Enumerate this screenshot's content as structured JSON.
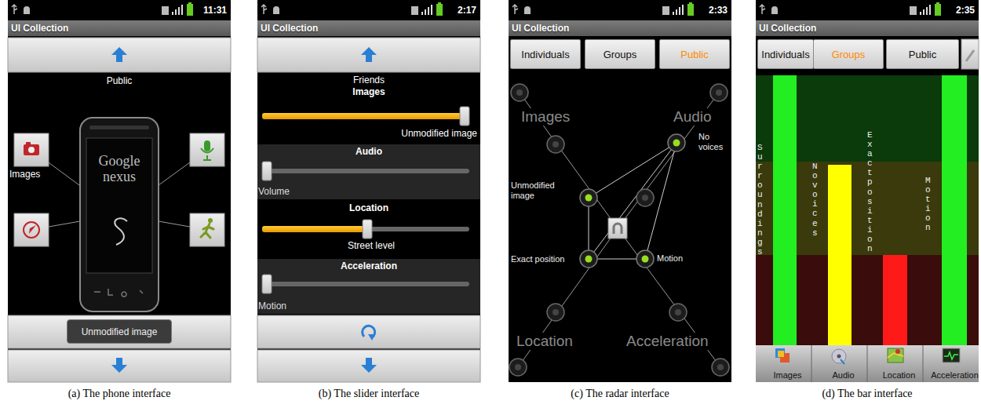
{
  "diagram": {
    "nodes": [
      {
        "text": [
          "11:31",
          "UI Collection"
        ]
      },
      {
        "text": [
          "Images"
        ],
        "in": 0
      },
      {
        "text": [
          "Google nexus"
        ],
        "in": 0
      },
      {
        "text": [
          "Unmodified image"
        ],
        "in": 0
      },
      {
        "text": [
          "2:17",
          "UI Collection"
        ]
      },
      {
        "text": [
          "Audio",
          "Volume"
        ],
        "in": 4
      },
      {
        "text": [
          "Acceleration",
          "Motion"
        ],
        "in": 4
      },
      {
        "text": [
          "2:33",
          "UI Collection"
        ]
      },
      {
        "text": [
          "Individuals"
        ],
        "in": 7
      },
      {
        "text": [
          "Groups"
        ],
        "in": 7
      },
      {
        "text": [
          "Public"
        ],
        "in": 7
      },
      {
        "text": [
          "2:35",
          "UI Collection"
        ]
      },
      {
        "text": [
          "Individuals"
        ],
        "in": 11
      },
      {
        "text": [
          "Groups"
        ],
        "in": 11
      },
      {
        "text": [
          "Public"
        ],
        "in": 11
      },
      {
        "text": [
          "Images"
        ],
        "in": 11
      },
      {
        "text": [
          "Audio"
        ],
        "in": 11
      },
      {
        "text": [
          "Location"
        ],
        "in": 11
      },
      {
        "text": [
          "Acceleration"
        ],
        "in": 11
      }
    ],
    "edges": [
      {
        "from": 1,
        "to": 2,
        "arrow": "none"
      }
    ],
    "labels": [
      "Public",
      "Friends",
      "Images",
      "Unmodified image",
      "Location",
      "Street level",
      "Images",
      "Audio",
      "No voices",
      "Unmodified image",
      "Exact position",
      "Motion",
      "Location",
      "Acceleration",
      "Surroundings",
      "No voices",
      "Exact position",
      "Motion",
      "(a) The phone interface",
      "(b) The slider interface",
      "(c) The radar interface",
      "(d) The bar interface"
    ]
  }
}
